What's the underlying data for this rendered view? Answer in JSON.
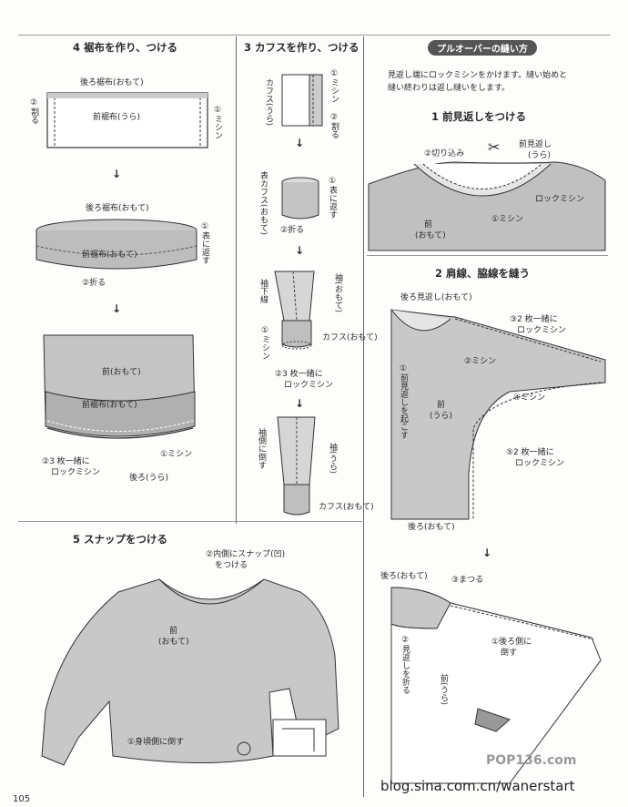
{
  "section4": {
    "title": "4 裾布を作り、つける",
    "s1": {
      "back": "後ろ裾布(おもて)",
      "cut": "②割る",
      "front": "前裾布(うら)",
      "sew": "①ミシン"
    },
    "s2": {
      "back": "後ろ裾布(おもて)",
      "front": "前裾布(おもて)",
      "fold_out": "①表に返す",
      "fold": "②折る"
    },
    "s3": {
      "front": "前(おもて)",
      "band": "前裾布(おもて)",
      "lock_line1": "②3 枚一緒に",
      "lock_line2": "ロックミシン",
      "sew": "①ミシン",
      "back": "後ろ(うら)"
    }
  },
  "section3": {
    "title": "3 カフスを作り、つける",
    "s1": {
      "cuff": "カフス(うら)",
      "sew": "①ミシン",
      "cut": "②割る"
    },
    "s2": {
      "outer": "表カフス(おもて)",
      "turn": "①表に返す",
      "fold": "②折る"
    },
    "s3": {
      "sleeve": "袖(おもて)",
      "underarm": "袖下線",
      "sew": "①ミシン",
      "cuff": "カフス(おもて)",
      "lock_line1": "②3 枚一緒に",
      "lock_line2": "ロックミシン"
    },
    "s4": {
      "sleeve": "袖(うら)",
      "press": "袖側に倒す",
      "cuff": "カフス(おもて)"
    }
  },
  "section5": {
    "title": "5 スナップをつける",
    "snap_line1": "②内側にスナップ(凹)",
    "snap_line2": "をつける",
    "front_line1": "前",
    "front_line2": "(おもて)",
    "body_side": "①身頃側に倒す"
  },
  "pullover": {
    "badge": "プルオーバーの縫い方",
    "intro_line1": "見返し端にロックミシンをかけます。縫い始めと",
    "intro_line2": "縫い終わりは返し縫いをします。",
    "step1": {
      "title": "1 前見返しをつける",
      "notch": "②切り込み",
      "facing_line1": "前見返し",
      "facing_line2": "(うら)",
      "lock": "ロックミシン",
      "sew": "①ミシン",
      "front_line1": "前",
      "front_line2": "(おもて)"
    },
    "step2": {
      "title": "2 肩線、脇線を縫う",
      "back_facing": "後ろ見返し(おもて)",
      "lock3_line1": "③2 枚一緒に",
      "lock3_line2": "ロックミシン",
      "sew2": "②ミシン",
      "raise": "①前見返しを起こす",
      "front_line1": "前",
      "front_line2": "(うら)",
      "sew4": "④ミシン",
      "lock5_line1": "⑤2 枚一緒に",
      "lock5_line2": "ロックミシン",
      "back": "後ろ(おもて)"
    },
    "step3": {
      "back": "後ろ(おもて)",
      "tack": "③まつる",
      "fold_facing": "②見返しを折る",
      "press_back_line1": "①後ろ側に",
      "press_back_line2": "倒す",
      "front": "前(うら)"
    }
  },
  "footer": {
    "page": "105",
    "watermark": "POP136.com",
    "blog": "blog.sina.com.cn/wanerstart"
  }
}
